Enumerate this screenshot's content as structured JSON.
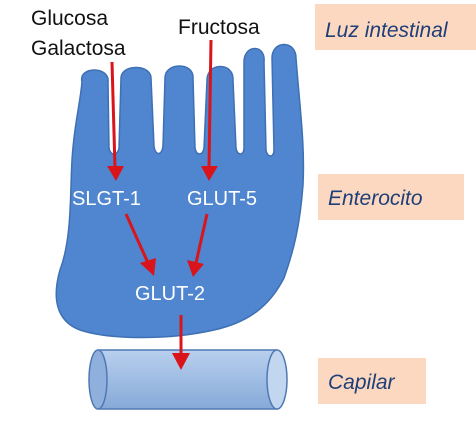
{
  "colors": {
    "cell_fill": "#4f86cf",
    "cell_stroke": "#3f70b3",
    "capillary_fill": "#9fbde3",
    "capillary_stroke": "#4f79b2",
    "arrow": "#d9141b",
    "label_box": "#fbd8bf",
    "cell_text": "#ffffff",
    "input_text": "#111111",
    "label_text": "#1f3f79"
  },
  "inputs": {
    "sugar1": "Glucosa",
    "sugar2": "Galactosa",
    "sugar3": "Fructosa"
  },
  "transporters": {
    "t1": "SLGT-1",
    "t2": "GLUT-5",
    "t3": "GLUT-2"
  },
  "labels": {
    "lumen": "Luz intestinal",
    "cell": "Enterocito",
    "capillary": "Capilar"
  }
}
